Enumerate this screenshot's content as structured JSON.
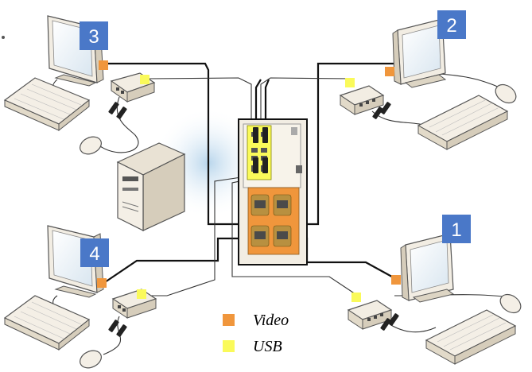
{
  "stations": [
    {
      "number": "3"
    },
    {
      "number": "2"
    },
    {
      "number": "4"
    },
    {
      "number": "1"
    }
  ],
  "legend": [
    {
      "label": "Video",
      "color": "#f0963c"
    },
    {
      "label": "USB",
      "color": "#fafa5a"
    }
  ],
  "colors": {
    "badge": "#4a78c8",
    "cable": "#111111",
    "thin_cable": "#333333",
    "device_body": "#f2ede3",
    "device_outline": "#555555",
    "screen": "#ffffff",
    "video_port": "#f0963c",
    "usb_port": "#fafa5a",
    "server_glow": "#cfe3f2"
  },
  "icons": [
    "monitor-icon",
    "keyboard-icon",
    "mouse-icon",
    "usb-hub-icon",
    "computer-tower-icon",
    "multi-seat-tower-icon",
    "usb-plug-icon"
  ]
}
